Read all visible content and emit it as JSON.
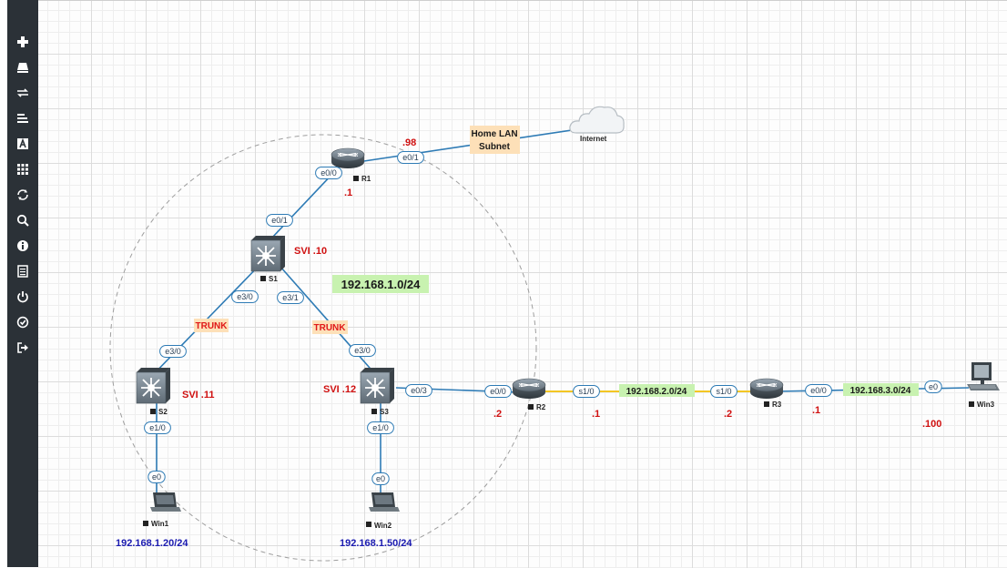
{
  "sidebar": {
    "buttons": [
      {
        "name": "add-icon"
      },
      {
        "name": "nodes-icon"
      },
      {
        "name": "networks-icon"
      },
      {
        "name": "startup-configs-icon"
      },
      {
        "name": "text-icon"
      },
      {
        "name": "status-icon"
      },
      {
        "name": "refresh-icon"
      },
      {
        "name": "zoom-icon"
      },
      {
        "name": "info-icon"
      },
      {
        "name": "notes-icon"
      },
      {
        "name": "power-icon"
      },
      {
        "name": "lock-icon"
      },
      {
        "name": "logout-icon"
      }
    ]
  },
  "nodes": {
    "R1": "R1",
    "S1": "S1",
    "S2": "S2",
    "S3": "S3",
    "R2": "R2",
    "R3": "R3",
    "Win1": "Win1",
    "Win2": "Win2",
    "Win3": "Win3",
    "Internet": "Internet"
  },
  "ports": {
    "r1_e01": "e0/1",
    "r1_e00": "e0/0",
    "s1_e01": "e0/1",
    "s1_e30": "e3/0",
    "s1_e31": "e3/1",
    "s2_e30": "e3/0",
    "s3_e30": "e3/0",
    "s2_e10": "e1/0",
    "win1_e0": "e0",
    "s3_e10": "e1/0",
    "win2_e0": "e0",
    "s3_e03": "e0/3",
    "r2_e00": "e0/0",
    "r2_s10": "s1/0",
    "r3_s10": "s1/0",
    "r3_e00": "e0/0",
    "win3_e0": "e0"
  },
  "annotations": {
    "home_lan_1": "Home LAN",
    "home_lan_2": "Subnet",
    "r1_98": ".98",
    "r1_1": ".1",
    "svi10": "SVI .10",
    "svi11": "SVI .11",
    "svi12": "SVI .12",
    "subnet1": "192.168.1.0/24",
    "trunk1": "TRUNK",
    "trunk2": "TRUNK",
    "r2_2": ".2",
    "r2_1": ".1",
    "subnet2": "192.168.2.0/24",
    "r3_2": ".2",
    "r3_1": ".1",
    "subnet3": "192.168.3.0/24",
    "win3_100": ".100",
    "win1_ip": "192.168.1.20/24",
    "win2_ip": "192.168.1.50/24"
  },
  "colors": {
    "sidebar": "#2b3137",
    "link": "#2e7bb5",
    "serial": "#f3c623",
    "ip_red": "#d01010",
    "subnet_green": "#c8f2b0",
    "label_orange": "#fde0b8",
    "ip_blue": "#1a1ab0"
  }
}
